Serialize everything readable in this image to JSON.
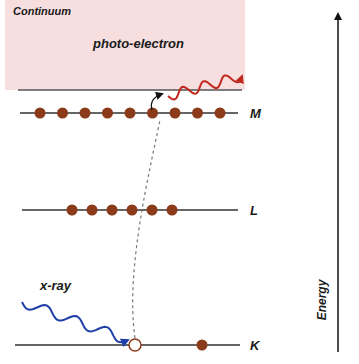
{
  "diagram": {
    "nodes": [
      {
        "text": [
          "Continuum",
          "photo-electron"
        ]
      }
    ],
    "labels": [
      "M",
      "L",
      "K",
      "x-ray",
      "Energy"
    ]
  }
}
